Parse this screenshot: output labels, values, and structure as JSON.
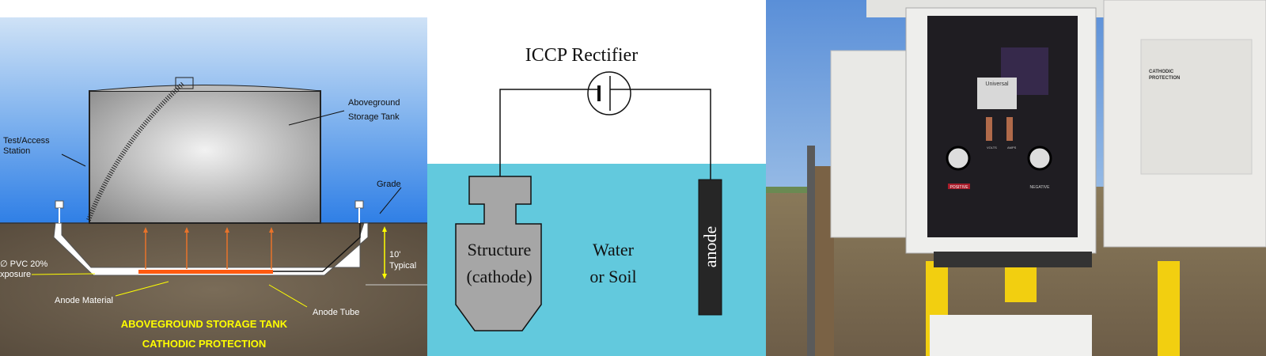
{
  "panel_tank": {
    "labels": {
      "tank": "Aboveground Storage Tank",
      "tank_line1": "Aboveground",
      "tank_line2": "Storage Tank",
      "station_line1": "Test/Access",
      "station_line2": "Station",
      "grade": "Grade",
      "depth_line1": "10'",
      "depth_line2": "Typical",
      "pvc_line1": "∅ PVC 20%",
      "pvc_line2": "xposure",
      "anode_material": "Anode Material",
      "anode_tube": "Anode Tube"
    },
    "title_line1": "ABOVEGROUND STORAGE TANK",
    "title_line2": "CATHODIC PROTECTION",
    "colors": {
      "sky": "#2f7fe6",
      "ground": "#6b5d48",
      "anode": "#ff5a10",
      "caption": "#ffff00"
    }
  },
  "panel_iccp": {
    "rectifier_label": "ICCP Rectifier",
    "structure_line1": "Structure",
    "structure_line2": "(cathode)",
    "medium_line1": "Water",
    "medium_line2": "or Soil",
    "anode_label": "anode",
    "colors": {
      "water": "#62c9dd",
      "structure": "#a6a6a6",
      "anode": "#262626"
    }
  },
  "panel_photo": {
    "panel_sign_positive": "POSITIVE",
    "panel_sign_negative": "NEGATIVE",
    "meter_left": "VOLTS",
    "meter_right": "AMPS",
    "brand": "Universal",
    "door_label_line1": "CATHODIC",
    "door_label_line2": "PROTECTION"
  }
}
